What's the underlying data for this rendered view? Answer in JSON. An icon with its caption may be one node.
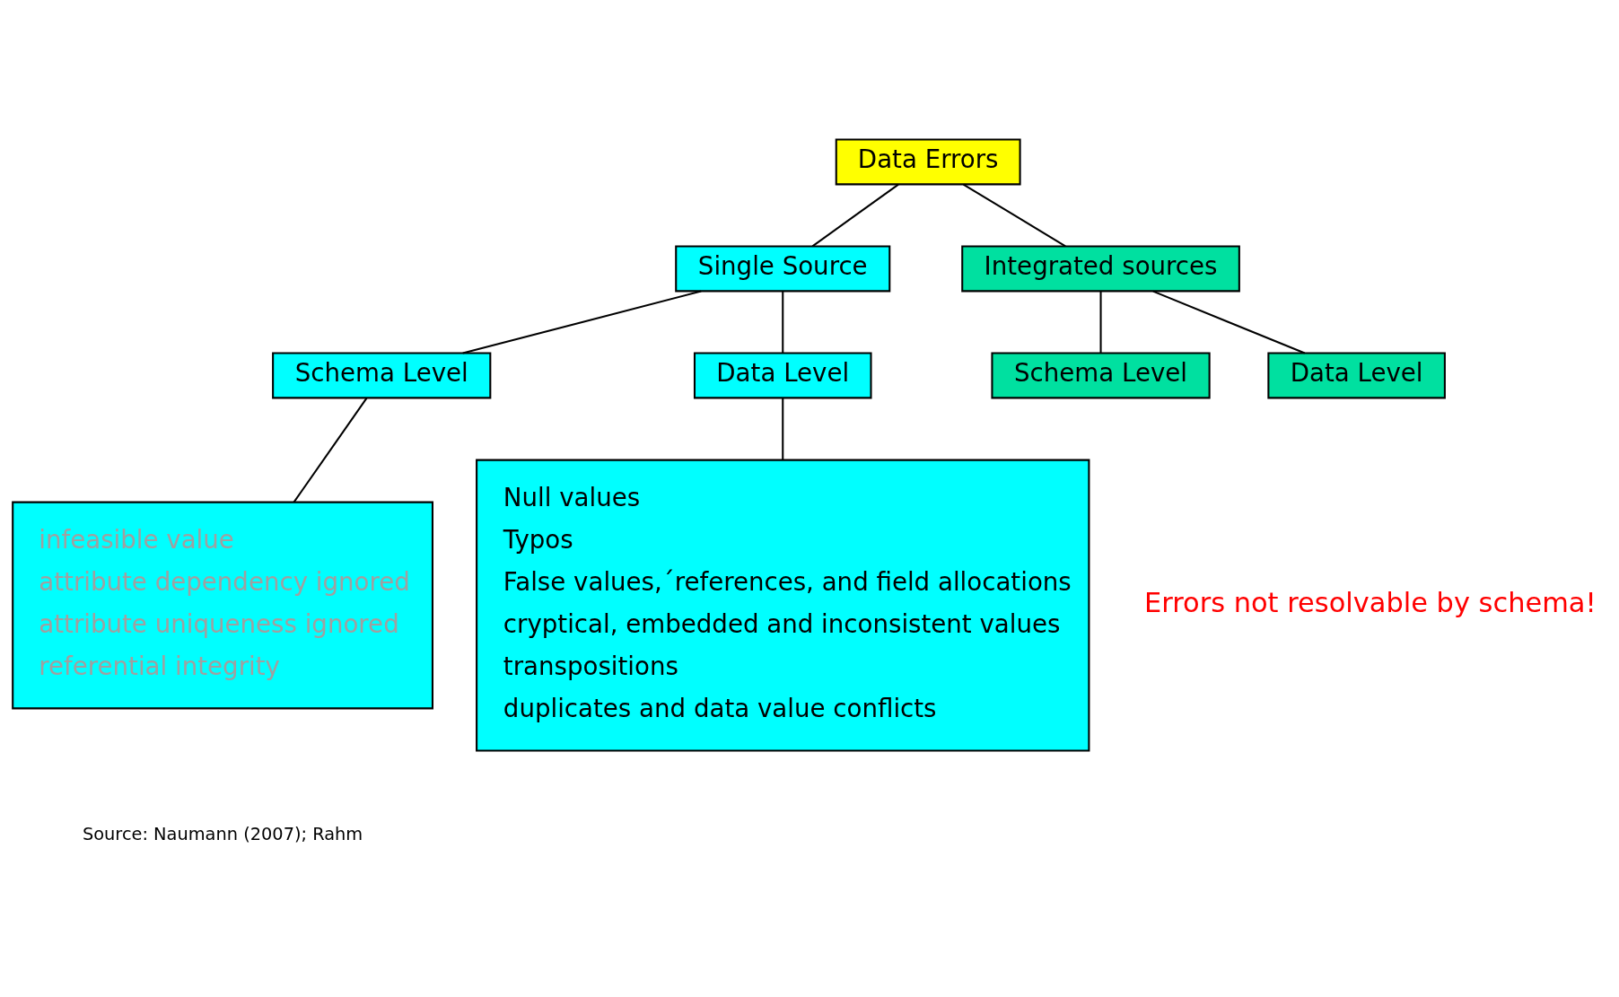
{
  "diagram": {
    "nodes": [
      {
        "text": [
          "Data Errors"
        ]
      },
      {
        "text": [
          "Single Source"
        ]
      },
      {
        "text": [
          "Integrated sources"
        ]
      },
      {
        "text": [
          "Schema Level"
        ]
      },
      {
        "text": [
          "Data Level"
        ]
      },
      {
        "text": [
          "Schema Level"
        ]
      },
      {
        "text": [
          "Data Level"
        ]
      },
      {
        "text": [
          "infeasible value",
          "attribute dependency ignored",
          "attribute uniqueness ignored",
          "referential integrity"
        ]
      },
      {
        "text": [
          "Null values",
          "Typos",
          "False values,´references, and field allocations",
          "cryptical, embedded and inconsistent values",
          "transpositions",
          "duplicates and data value conflicts"
        ]
      }
    ],
    "edges": [
      {
        "from": 0,
        "to": 1,
        "arrow": "none"
      },
      {
        "from": 0,
        "to": 2,
        "arrow": "none"
      },
      {
        "from": 1,
        "to": 3,
        "arrow": "none"
      },
      {
        "from": 1,
        "to": 4,
        "arrow": "none"
      },
      {
        "from": 2,
        "to": 5,
        "arrow": "none"
      },
      {
        "from": 2,
        "to": 6,
        "arrow": "none"
      },
      {
        "from": 3,
        "to": 7,
        "arrow": "none"
      },
      {
        "from": 4,
        "to": 8,
        "arrow": "none"
      }
    ],
    "labels": [
      "Errors not resolvable by schema!",
      "Source: Naumann (2007); Rahm"
    ]
  }
}
